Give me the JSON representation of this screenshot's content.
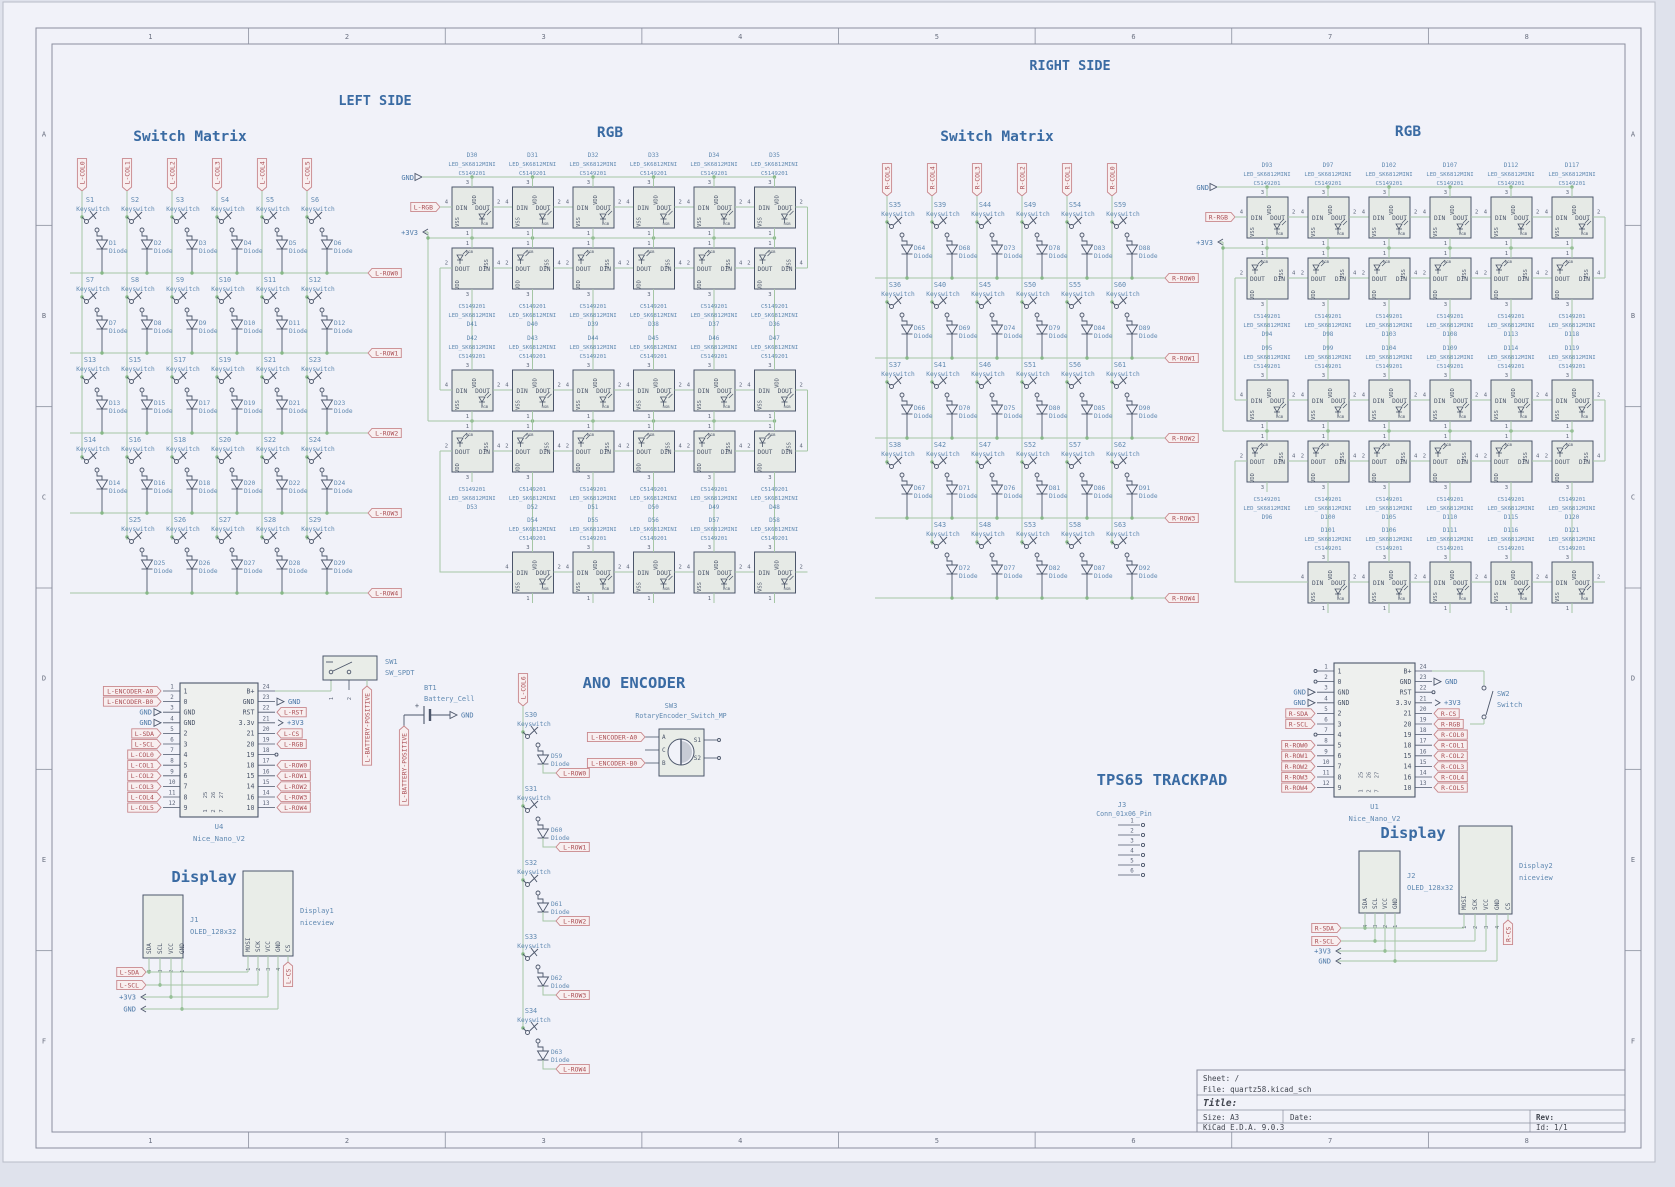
{
  "colors": {
    "bg": "#dfe2ec",
    "sheet": "#f1f2f9",
    "frame": "#8a8f9e",
    "frame_text": "#6a7080",
    "wire": "#a5c6a5",
    "junction": "#86b886",
    "symbol": "#4c566a",
    "pin_num": "#5b6478",
    "field": "#6089b1",
    "power": "#4d79a8",
    "label_text": "#aa4f55",
    "label_stroke": "#c8878c",
    "label_fill": "#f8eff0",
    "title": "#3a6ba3",
    "box_fill": "#e9ede8",
    "tb_text": "#41454f"
  },
  "frame": {
    "cols": [
      "1",
      "2",
      "3",
      "4",
      "5",
      "6",
      "7",
      "8"
    ],
    "rows": [
      "A",
      "B",
      "C",
      "D",
      "E",
      "F"
    ]
  },
  "side_titles": {
    "left": "LEFT SIDE",
    "right": "RIGHT SIDE"
  },
  "section_titles": {
    "left_matrix": "Switch Matrix",
    "left_rgb": "RGB",
    "right_matrix": "Switch Matrix",
    "right_rgb": "RGB",
    "encoder": "ANO ENCODER",
    "trackpad": "TPS65 TRACKPAD",
    "left_display": "Display",
    "right_display": "Display"
  },
  "matrix_common": {
    "keyswitch": "Keyswitch",
    "diode": "Diode"
  },
  "rgb_common": {
    "din": "DIN",
    "dout": "DOUT",
    "vdd": "VDD",
    "vss": "VSS",
    "rgb": "RGB",
    "n_din": "4",
    "n_dout": "2",
    "n_vdd": "3",
    "n_vss": "1",
    "value": "LED_SK6812MINI",
    "part": "C5149201",
    "gnd": "GND",
    "pwr": "+3V3"
  },
  "left_matrix": {
    "cols": [
      "L-COL0",
      "L-COL1",
      "L-COL2",
      "L-COL3",
      "L-COL4",
      "L-COL5"
    ],
    "rows": [
      {
        "label": "L-ROW0",
        "start": 0,
        "s": [
          "S1",
          "S2",
          "S3",
          "S4",
          "S5",
          "S6"
        ],
        "d": [
          "D1",
          "D2",
          "D3",
          "D4",
          "D5",
          "D6"
        ]
      },
      {
        "label": "L-ROW1",
        "start": 0,
        "s": [
          "S7",
          "S8",
          "S9",
          "S10",
          "S11",
          "S12"
        ],
        "d": [
          "D7",
          "D8",
          "D9",
          "D10",
          "D11",
          "D12"
        ]
      },
      {
        "label": "L-ROW2",
        "start": 0,
        "s": [
          "S13",
          "S15",
          "S17",
          "S19",
          "S21",
          "S23"
        ],
        "d": [
          "D13",
          "D15",
          "D17",
          "D19",
          "D21",
          "D23"
        ]
      },
      {
        "label": "L-ROW3",
        "start": 0,
        "s": [
          "S14",
          "S16",
          "S18",
          "S20",
          "S22",
          "S24"
        ],
        "d": [
          "D14",
          "D16",
          "D18",
          "D20",
          "D22",
          "D24"
        ]
      },
      {
        "label": "L-ROW4",
        "start": 1,
        "s": [
          "S25",
          "S26",
          "S27",
          "S28",
          "S29"
        ],
        "d": [
          "D25",
          "D26",
          "D27",
          "D28",
          "D29"
        ]
      }
    ]
  },
  "right_matrix": {
    "cols": [
      "R-COL5",
      "R-COL4",
      "R-COL3",
      "R-COL2",
      "R-COL1",
      "R-COL0"
    ],
    "rows": [
      {
        "label": "R-ROW0",
        "start": 0,
        "s": [
          "S35",
          "S39",
          "S44",
          "S49",
          "S54",
          "S59"
        ],
        "d": [
          "D64",
          "D68",
          "D73",
          "D78",
          "D83",
          "D88"
        ]
      },
      {
        "label": "R-ROW1",
        "start": 0,
        "s": [
          "S36",
          "S40",
          "S45",
          "S50",
          "S55",
          "S60"
        ],
        "d": [
          "D65",
          "D69",
          "D74",
          "D79",
          "D84",
          "D89"
        ]
      },
      {
        "label": "R-ROW2",
        "start": 0,
        "s": [
          "S37",
          "S41",
          "S46",
          "S51",
          "S56",
          "S61"
        ],
        "d": [
          "D66",
          "D70",
          "D75",
          "D80",
          "D85",
          "D90"
        ]
      },
      {
        "label": "R-ROW3",
        "start": 0,
        "s": [
          "S38",
          "S42",
          "S47",
          "S52",
          "S57",
          "S62"
        ],
        "d": [
          "D67",
          "D71",
          "D76",
          "D81",
          "D86",
          "D91"
        ]
      },
      {
        "label": "R-ROW4",
        "start": 1,
        "s": [
          "S43",
          "S48",
          "S53",
          "S58",
          "S63"
        ],
        "d": [
          "D72",
          "D77",
          "D82",
          "D87",
          "D92"
        ]
      }
    ]
  },
  "left_rgb": {
    "input": "L-RGB",
    "rows": [
      {
        "flip": false,
        "labels": "above",
        "start": 0,
        "refs": [
          "D30",
          "D31",
          "D32",
          "D33",
          "D34",
          "D35"
        ]
      },
      {
        "flip": true,
        "labels": "below",
        "start": 0,
        "refs": [
          "D41",
          "D40",
          "D39",
          "D38",
          "D37",
          "D36"
        ]
      },
      {
        "flip": false,
        "labels": "above",
        "start": 0,
        "refs": [
          "D42",
          "D43",
          "D44",
          "D45",
          "D46",
          "D47"
        ]
      },
      {
        "flip": true,
        "labels": "below",
        "start": 0,
        "refs": [
          "D53",
          "D52",
          "D51",
          "D50",
          "D49",
          "D48"
        ]
      },
      {
        "flip": false,
        "labels": "above",
        "start": 1,
        "refs": [
          "D54",
          "D55",
          "D56",
          "D57",
          "D58"
        ]
      }
    ]
  },
  "right_rgb": {
    "input": "R-RGB",
    "rows": [
      {
        "flip": false,
        "labels": "above",
        "start": 0,
        "refs": [
          "D93",
          "D97",
          "D102",
          "D107",
          "D112",
          "D117"
        ]
      },
      {
        "flip": true,
        "labels": "below",
        "start": 0,
        "refs": [
          "D94",
          "D98",
          "D103",
          "D108",
          "D113",
          "D118"
        ]
      },
      {
        "flip": false,
        "labels": "above",
        "start": 0,
        "refs": [
          "D95",
          "D99",
          "D104",
          "D109",
          "D114",
          "D119"
        ]
      },
      {
        "flip": true,
        "labels": "below",
        "start": 0,
        "refs": [
          "D96",
          "D100",
          "D105",
          "D110",
          "D115",
          "D120"
        ]
      },
      {
        "flip": false,
        "labels": "above",
        "start": 1,
        "refs": [
          "D101",
          "D106",
          "D111",
          "D116",
          "D121"
        ]
      }
    ]
  },
  "left_mcu": {
    "ref": "U4",
    "value": "Nice_Nano_V2",
    "inner": [
      "25",
      "26",
      "27",
      "1",
      "2",
      "7"
    ],
    "left": [
      {
        "n": "1",
        "p": "1",
        "l": "L-ENCODER-A0",
        "t": "lbl"
      },
      {
        "n": "2",
        "p": "0",
        "l": "L-ENCODER-B0",
        "t": "lbl"
      },
      {
        "n": "3",
        "p": "GND",
        "l": "GND",
        "t": "gnd"
      },
      {
        "n": "4",
        "p": "GND",
        "l": "GND",
        "t": "gnd"
      },
      {
        "n": "5",
        "p": "2",
        "l": "L-SDA",
        "t": "lbl"
      },
      {
        "n": "6",
        "p": "3",
        "l": "L-SCL",
        "t": "lbl"
      },
      {
        "n": "7",
        "p": "4",
        "l": "L-COL0",
        "t": "lbl"
      },
      {
        "n": "8",
        "p": "5",
        "l": "L-COL1",
        "t": "lbl"
      },
      {
        "n": "9",
        "p": "6",
        "l": "L-COL2",
        "t": "lbl"
      },
      {
        "n": "10",
        "p": "7",
        "l": "L-COL3",
        "t": "lbl"
      },
      {
        "n": "11",
        "p": "8",
        "l": "L-COL4",
        "t": "lbl"
      },
      {
        "n": "12",
        "p": "9",
        "l": "L-COL5",
        "t": "lbl"
      }
    ],
    "right": [
      {
        "n": "24",
        "p": "B+",
        "l": "",
        "t": "wire"
      },
      {
        "n": "23",
        "p": "GND",
        "l": "GND",
        "t": "gnd"
      },
      {
        "n": "22",
        "p": "RST",
        "l": "L-RST",
        "t": "lbl"
      },
      {
        "n": "21",
        "p": "3.3v",
        "l": "+3V3",
        "t": "pwr"
      },
      {
        "n": "20",
        "p": "21",
        "l": "L-CS",
        "t": "lbl"
      },
      {
        "n": "19",
        "p": "20",
        "l": "L-RGB",
        "t": "lbl"
      },
      {
        "n": "18",
        "p": "19",
        "l": "",
        "t": "nc"
      },
      {
        "n": "17",
        "p": "18",
        "l": "L-ROW0",
        "t": "lbl"
      },
      {
        "n": "16",
        "p": "15",
        "l": "L-ROW1",
        "t": "lbl"
      },
      {
        "n": "15",
        "p": "14",
        "l": "L-ROW2",
        "t": "lbl"
      },
      {
        "n": "14",
        "p": "16",
        "l": "L-ROW3",
        "t": "lbl"
      },
      {
        "n": "13",
        "p": "10",
        "l": "L-ROW4",
        "t": "lbl"
      }
    ]
  },
  "right_mcu": {
    "ref": "U1",
    "value": "Nice_Nano_V2",
    "inner": [
      "25",
      "26",
      "27",
      "1",
      "2",
      "7"
    ],
    "left": [
      {
        "n": "1",
        "p": "1",
        "l": "",
        "t": "nc"
      },
      {
        "n": "2",
        "p": "0",
        "l": "",
        "t": "nc"
      },
      {
        "n": "3",
        "p": "GND",
        "l": "GND",
        "t": "gnd"
      },
      {
        "n": "4",
        "p": "GND",
        "l": "GND",
        "t": "gnd"
      },
      {
        "n": "5",
        "p": "2",
        "l": "R-SDA",
        "t": "lbl"
      },
      {
        "n": "6",
        "p": "3",
        "l": "R-SCL",
        "t": "lbl"
      },
      {
        "n": "7",
        "p": "4",
        "l": "",
        "t": "nc"
      },
      {
        "n": "8",
        "p": "5",
        "l": "R-ROW0",
        "t": "lbl"
      },
      {
        "n": "9",
        "p": "6",
        "l": "R-ROW1",
        "t": "lbl"
      },
      {
        "n": "10",
        "p": "7",
        "l": "R-ROW2",
        "t": "lbl"
      },
      {
        "n": "11",
        "p": "8",
        "l": "R-ROW3",
        "t": "lbl"
      },
      {
        "n": "12",
        "p": "9",
        "l": "R-ROW4",
        "t": "lbl"
      }
    ],
    "right": [
      {
        "n": "24",
        "p": "B+",
        "l": "",
        "t": "wire"
      },
      {
        "n": "23",
        "p": "GND",
        "l": "GND",
        "t": "gnd"
      },
      {
        "n": "22",
        "p": "RST",
        "l": "",
        "t": "nc"
      },
      {
        "n": "21",
        "p": "3.3v",
        "l": "+3V3",
        "t": "pwr"
      },
      {
        "n": "20",
        "p": "21",
        "l": "R-CS",
        "t": "lbl"
      },
      {
        "n": "19",
        "p": "20",
        "l": "R-RGB",
        "t": "lbl"
      },
      {
        "n": "18",
        "p": "19",
        "l": "R-COL0",
        "t": "lbl"
      },
      {
        "n": "17",
        "p": "18",
        "l": "R-COL1",
        "t": "lbl"
      },
      {
        "n": "16",
        "p": "15",
        "l": "R-COL2",
        "t": "lbl"
      },
      {
        "n": "15",
        "p": "14",
        "l": "R-COL3",
        "t": "lbl"
      },
      {
        "n": "14",
        "p": "16",
        "l": "R-COL4",
        "t": "lbl"
      },
      {
        "n": "13",
        "p": "10",
        "l": "R-COL5",
        "t": "lbl"
      }
    ]
  },
  "power_switch_left": {
    "ref": "SW1",
    "value": "SW_SPDT",
    "nums": [
      "1",
      "2",
      "3"
    ]
  },
  "battery": {
    "ref": "BT1",
    "value": "Battery_Cell",
    "plus": "+",
    "gnd": "GND",
    "pos": "L-BATTERY-POSITIVE"
  },
  "power_switch_right": {
    "ref": "SW2",
    "value": "Switch"
  },
  "encoder": {
    "col": "L-COL6",
    "sw_ref": "SW3",
    "sw_value": "RotaryEncoder_Switch_MP",
    "a": "L-ENCODER-A0",
    "b": "L-ENCODER-B0",
    "pins_l": [
      "A",
      "C",
      "B"
    ],
    "pins_r": [
      "S1",
      "S2"
    ],
    "chain": [
      {
        "s": "S30",
        "d": "D59",
        "row": "L-ROW0"
      },
      {
        "s": "S31",
        "d": "D60",
        "row": "L-ROW1"
      },
      {
        "s": "S32",
        "d": "D61",
        "row": "L-ROW2"
      },
      {
        "s": "S33",
        "d": "D62",
        "row": "L-ROW3"
      },
      {
        "s": "S34",
        "d": "D63",
        "row": "L-ROW4"
      }
    ]
  },
  "trackpad": {
    "ref": "J3",
    "value": "Conn_01x06_Pin",
    "pins": [
      "1",
      "2",
      "3",
      "4",
      "5",
      "6"
    ]
  },
  "left_display": {
    "conn_ref": "J1",
    "conn_value": "OLED_128x32",
    "conn_pins": [
      "SDA",
      "SCL",
      "VCC",
      "GND"
    ],
    "conn_nums": [
      "4",
      "3",
      "2",
      "1"
    ],
    "disp_ref": "Display1",
    "disp_value": "niceview",
    "disp_pins": [
      "MOSI",
      "SCK",
      "VCC",
      "GND",
      "CS"
    ],
    "disp_nums": [
      "1",
      "2",
      "3",
      "4",
      "5"
    ],
    "sda": "L-SDA",
    "scl": "L-SCL",
    "pwr": "+3V3",
    "gnd": "GND",
    "cs": "L-CS"
  },
  "right_display": {
    "conn_ref": "J2",
    "conn_value": "OLED_128x32",
    "conn_pins": [
      "SDA",
      "SCL",
      "VCC",
      "GND"
    ],
    "conn_nums": [
      "4",
      "3",
      "2",
      "1"
    ],
    "disp_ref": "Display2",
    "disp_value": "niceview",
    "disp_pins": [
      "MOSI",
      "SCK",
      "VCC",
      "GND",
      "CS"
    ],
    "disp_nums": [
      "1",
      "2",
      "3",
      "4",
      "5"
    ],
    "sda": "R-SDA",
    "scl": "R-SCL",
    "pwr": "+3V3",
    "gnd": "GND",
    "cs": "R-CS"
  },
  "title_block": {
    "sheet": "Sheet: /",
    "file": "File: quartz58.kicad_sch",
    "title": "Title:",
    "size": "Size: A3",
    "date": "Date:",
    "rev": "Rev:",
    "app": "KiCad E.D.A. 9.0.3",
    "id": "Id: 1/1"
  }
}
